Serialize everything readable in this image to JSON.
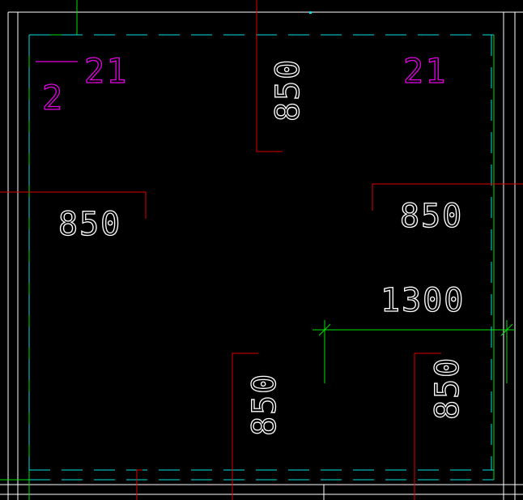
{
  "labels": {
    "dim_top_vertical": "850",
    "dim_left": "850",
    "dim_right": "850",
    "dim_width": "1300",
    "dim_bottom_left": "850",
    "dim_bottom_right": "850",
    "tag_left_number": "21",
    "tag_left_sub": "2",
    "tag_right_number": "21"
  },
  "colors": {
    "background": "#000000",
    "wall_lines": "#ffffff",
    "cyan_dash": "#00e0e0",
    "green": "#00e000",
    "red": "#e00000",
    "magenta": "#e000e0"
  }
}
